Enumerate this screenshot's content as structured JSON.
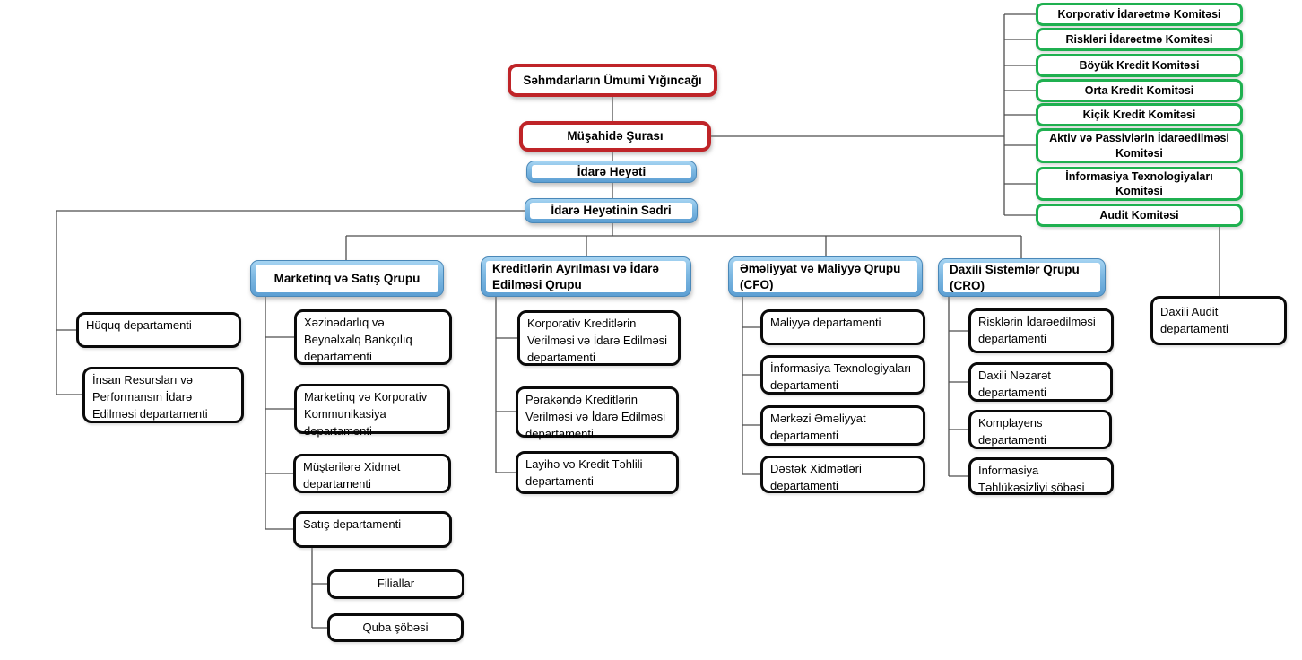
{
  "top_nodes": {
    "general_assembly": {
      "label": "Səhmdarların Ümumi Yığıncağı"
    },
    "supervisory_board": {
      "label": "Müşahidə Şurası"
    },
    "management_board": {
      "label": "İdarə Heyəti"
    },
    "chairman": {
      "label": "İdarə Heyətinin Sədri"
    }
  },
  "committees": [
    {
      "label": "Korporativ İdarəetmə Komitəsi"
    },
    {
      "label": "Riskləri İdarəetmə Komitəsi"
    },
    {
      "label": "Böyük Kredit Komitəsi"
    },
    {
      "label": "Orta Kredit Komitəsi"
    },
    {
      "label": "Kiçik Kredit Komitəsi"
    },
    {
      "label": "Aktiv və Passivlərin İdarəedilməsi Komitəsi"
    },
    {
      "label": "İnformasiya Texnologiyaları Komitəsi"
    },
    {
      "label": "Audit Komitəsi"
    }
  ],
  "chairman_departments": [
    {
      "label": "Hüquq departamenti"
    },
    {
      "label": "İnsan Resursları və Performansın İdarə Edilməsi departamenti"
    }
  ],
  "groups": [
    {
      "label": "Marketinq və Satış Qrupu",
      "departments": [
        {
          "label": "Xəzinədarlıq və Beynəlxalq Bankçılıq departamenti"
        },
        {
          "label": "Marketinq və Korporativ Kommunikasiya departamenti"
        },
        {
          "label": "Müştərilərə Xidmət departamenti"
        },
        {
          "label": "Satış departamenti",
          "sub_units": [
            {
              "label": "Filiallar"
            },
            {
              "label": "Quba şöbəsi"
            }
          ]
        }
      ]
    },
    {
      "label": "Kreditlərin Ayrılması və İdarə Edilməsi Qrupu",
      "departments": [
        {
          "label": "Korporativ Kreditlərin Verilməsi və İdarə Edilməsi departamenti"
        },
        {
          "label": "Pərakəndə Kreditlərin Verilməsi və İdarə Edilməsi departamenti"
        },
        {
          "label": "Layihə və Kredit Təhlili departamenti"
        }
      ]
    },
    {
      "label": "Əməliyyat və Maliyyə Qrupu (CFO)",
      "departments": [
        {
          "label": "Maliyyə departamenti"
        },
        {
          "label": "İnformasiya Texnologiyaları departamenti"
        },
        {
          "label": "Mərkəzi Əməliyyat departamenti"
        },
        {
          "label": "Dəstək Xidmətləri departamenti"
        }
      ]
    },
    {
      "label": "Daxili Sistemlər Qrupu (CRO)",
      "departments": [
        {
          "label": "Risklərin İdarəedilməsi departamenti"
        },
        {
          "label": "Daxili Nəzarət departamenti"
        },
        {
          "label": "Komplayens departamenti"
        },
        {
          "label": "İnformasiya Təhlükəsizliyi şöbəsi"
        }
      ]
    }
  ],
  "audit_department": {
    "label": "Daxili Audit departamenti"
  },
  "colors": {
    "red_border": "#bf2428",
    "blue_border": "#4a88b8",
    "blue_fill": "#7db8e2",
    "green_border": "#1fb050",
    "black_border": "#0a0a0a",
    "connector": "#4d4d4d"
  }
}
